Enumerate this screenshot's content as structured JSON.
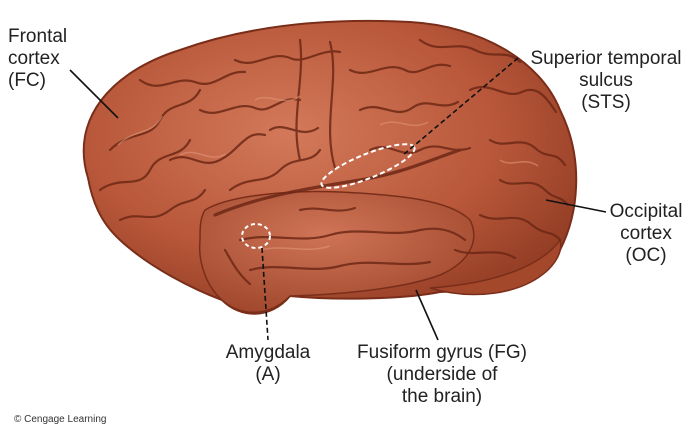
{
  "labels": {
    "frontal": [
      "Frontal",
      "cortex",
      "(FC)"
    ],
    "sts": [
      "Superior temporal",
      "sulcus",
      "(STS)"
    ],
    "occipital": [
      "Occipital",
      "cortex",
      "(OC)"
    ],
    "amygdala": [
      "Amygdala",
      "(A)"
    ],
    "fusiform": [
      "Fusiform gyrus (FG)",
      "(underside of",
      "the brain)"
    ]
  },
  "copyright": "© Cengage Learning",
  "colors": {
    "brain_fill": "#b8573a",
    "brain_dark": "#7a2e1a",
    "brain_highlight": "#d98366",
    "leader_line": "#111111"
  }
}
